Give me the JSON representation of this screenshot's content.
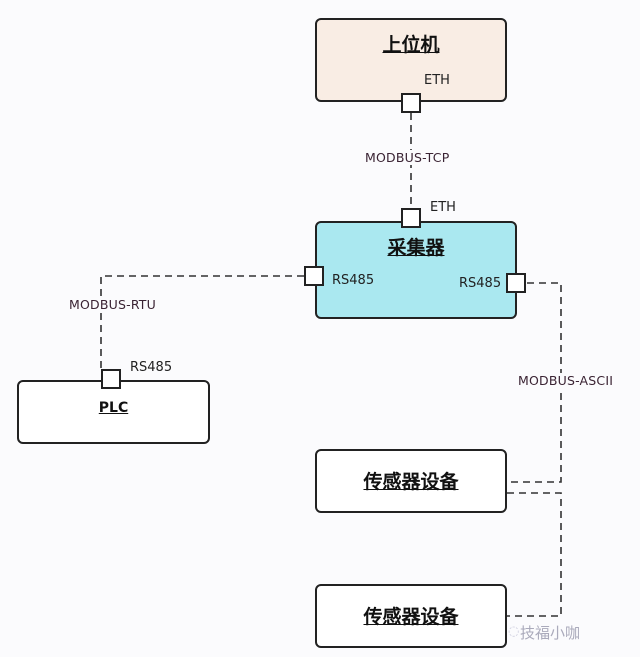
{
  "nodes": {
    "host": {
      "label": "上位机",
      "fill": "#f9ede4"
    },
    "collector": {
      "label": "采集器",
      "fill": "#aae8f0"
    },
    "plc": {
      "label": "PLC",
      "fill": "#ffffff"
    },
    "sensor1": {
      "label": "传感器设备",
      "fill": "#ffffff"
    },
    "sensor2": {
      "label": "传感器设备",
      "fill": "#ffffff"
    }
  },
  "ports": {
    "host_eth": "ETH",
    "collector_eth": "ETH",
    "collector_rs485_left": "RS485",
    "collector_rs485_right": "RS485",
    "plc_rs485": "RS485"
  },
  "links": {
    "host_collector": "MODBUS-TCP",
    "collector_plc": "MODBUS-RTU",
    "collector_sensors": "MODBUS-ASCII"
  },
  "watermark": {
    "icon": "wechat-icon",
    "text": "技福小咖"
  }
}
